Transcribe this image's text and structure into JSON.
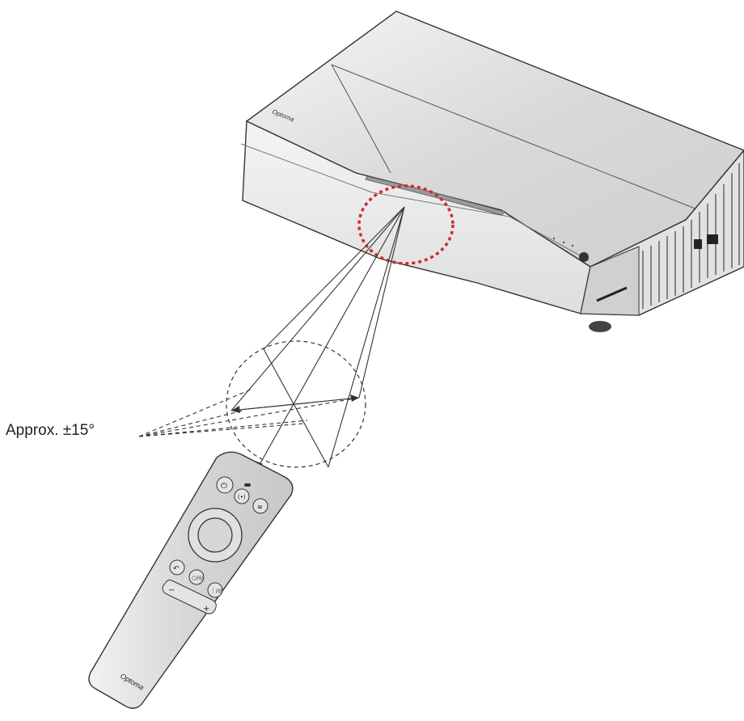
{
  "annotation": {
    "angle_text": "Approx. ±15°"
  },
  "projector": {
    "brand": "Optoma",
    "lens_area": "ir-receiver-highlight"
  },
  "remote": {
    "brand": "Optoma",
    "buttons": [
      "power",
      "input",
      "settings",
      "back",
      "home",
      "menu",
      "volume-down",
      "volume-up",
      "d-pad"
    ],
    "volume_minus": "−",
    "volume_plus": "+"
  },
  "colors": {
    "highlight": "#d42a2a",
    "line": "#333333",
    "body": "#e8e8e8"
  }
}
